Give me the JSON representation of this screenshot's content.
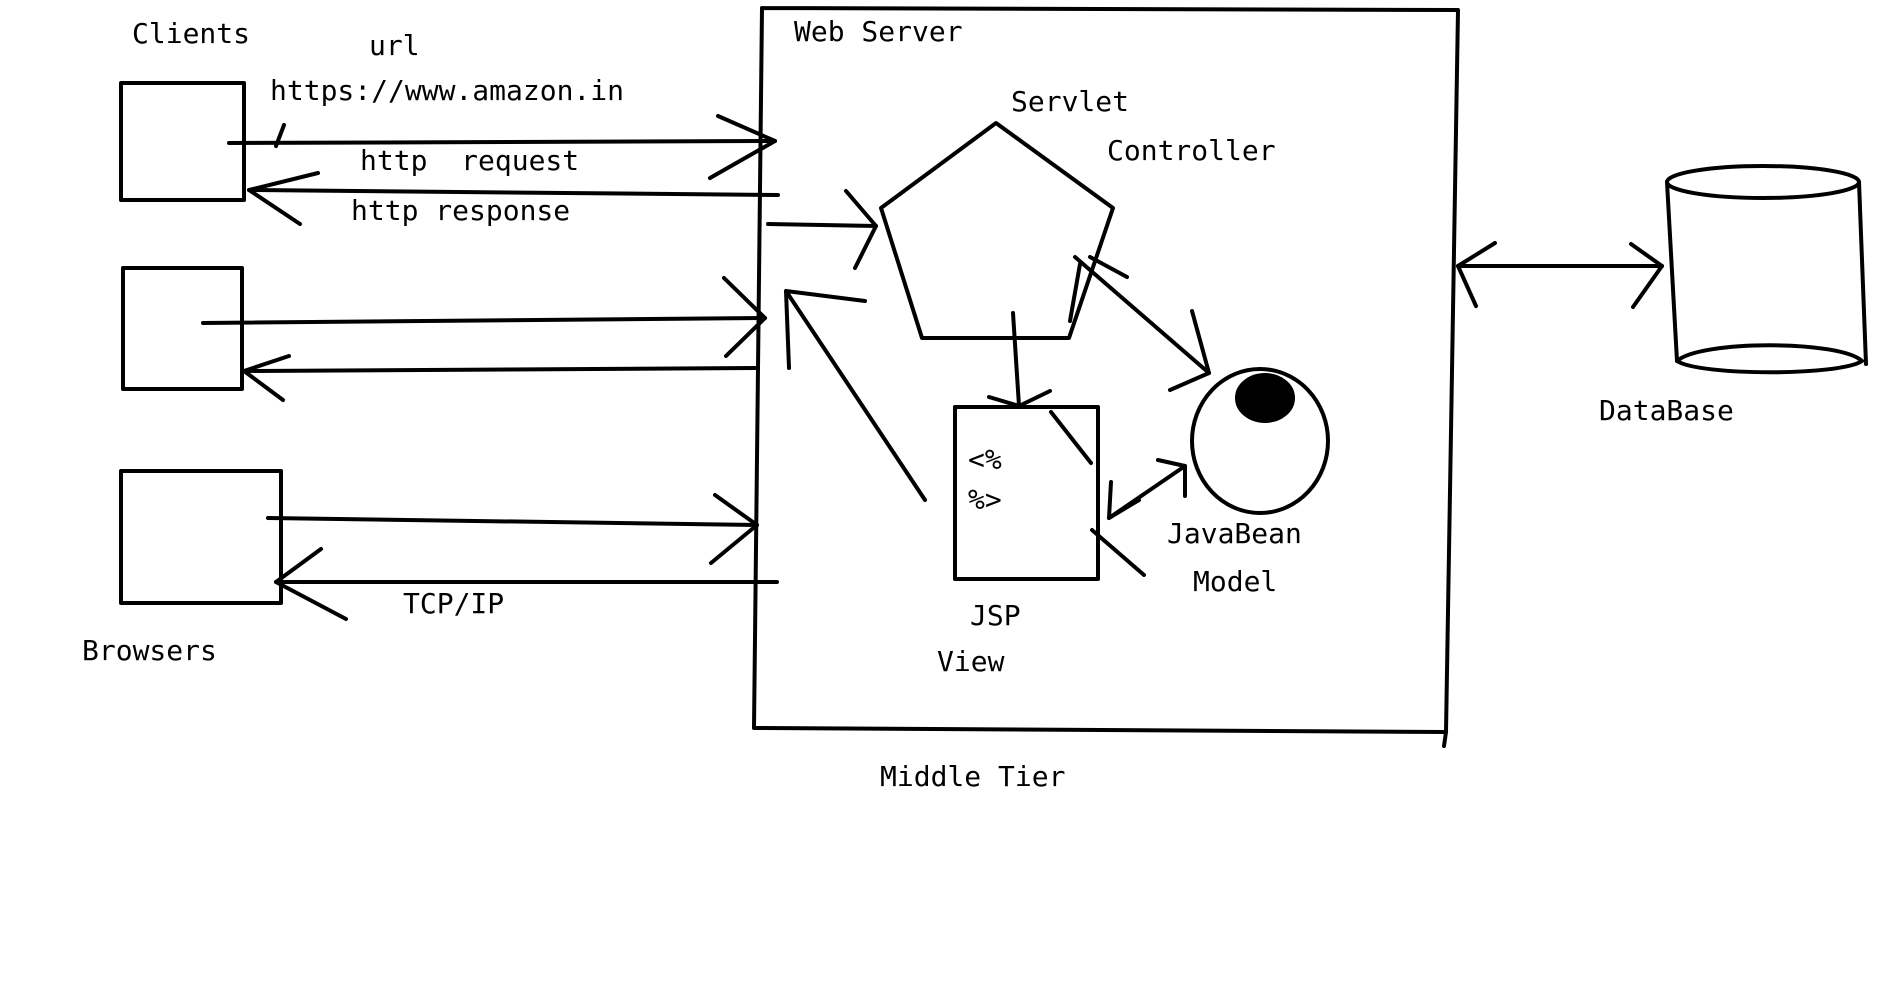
{
  "labels": {
    "clients": "Clients",
    "url": "url",
    "url_value": "https://www.amazon.in",
    "url_slash": "/",
    "http_request": "http  request",
    "http_response": "http response",
    "tcp_ip": "TCP/IP",
    "browsers": "Browsers",
    "web_server": "Web Server",
    "servlet": "Servlet",
    "controller": "Controller",
    "jsp_tag_open": "<%",
    "jsp_tag_close": "%>",
    "jsp": "JSP",
    "view": "View",
    "javabean": "JavaBean",
    "model": "Model",
    "database": "DataBase",
    "middle_tier": "Middle Tier"
  },
  "colors": {
    "ink": "#000000",
    "background": "#ffffff"
  }
}
